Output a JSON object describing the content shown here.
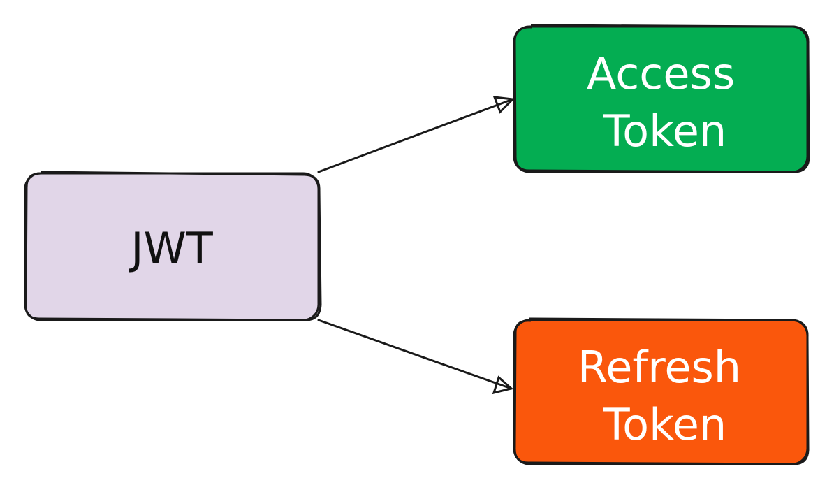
{
  "diagram": {
    "nodes": [
      {
        "id": "jwt",
        "label": "JWT",
        "fill": "#e1d6e8",
        "text_color": "#111111"
      },
      {
        "id": "access",
        "label_line1": "Access",
        "label_line2": "Token",
        "fill": "#04ad52",
        "text_color": "#ffffff"
      },
      {
        "id": "refresh",
        "label_line1": "Refresh",
        "label_line2": "Token",
        "fill": "#fa570c",
        "text_color": "#ffffff"
      }
    ],
    "edges": [
      {
        "from": "jwt",
        "to": "access"
      },
      {
        "from": "jwt",
        "to": "refresh"
      }
    ]
  }
}
